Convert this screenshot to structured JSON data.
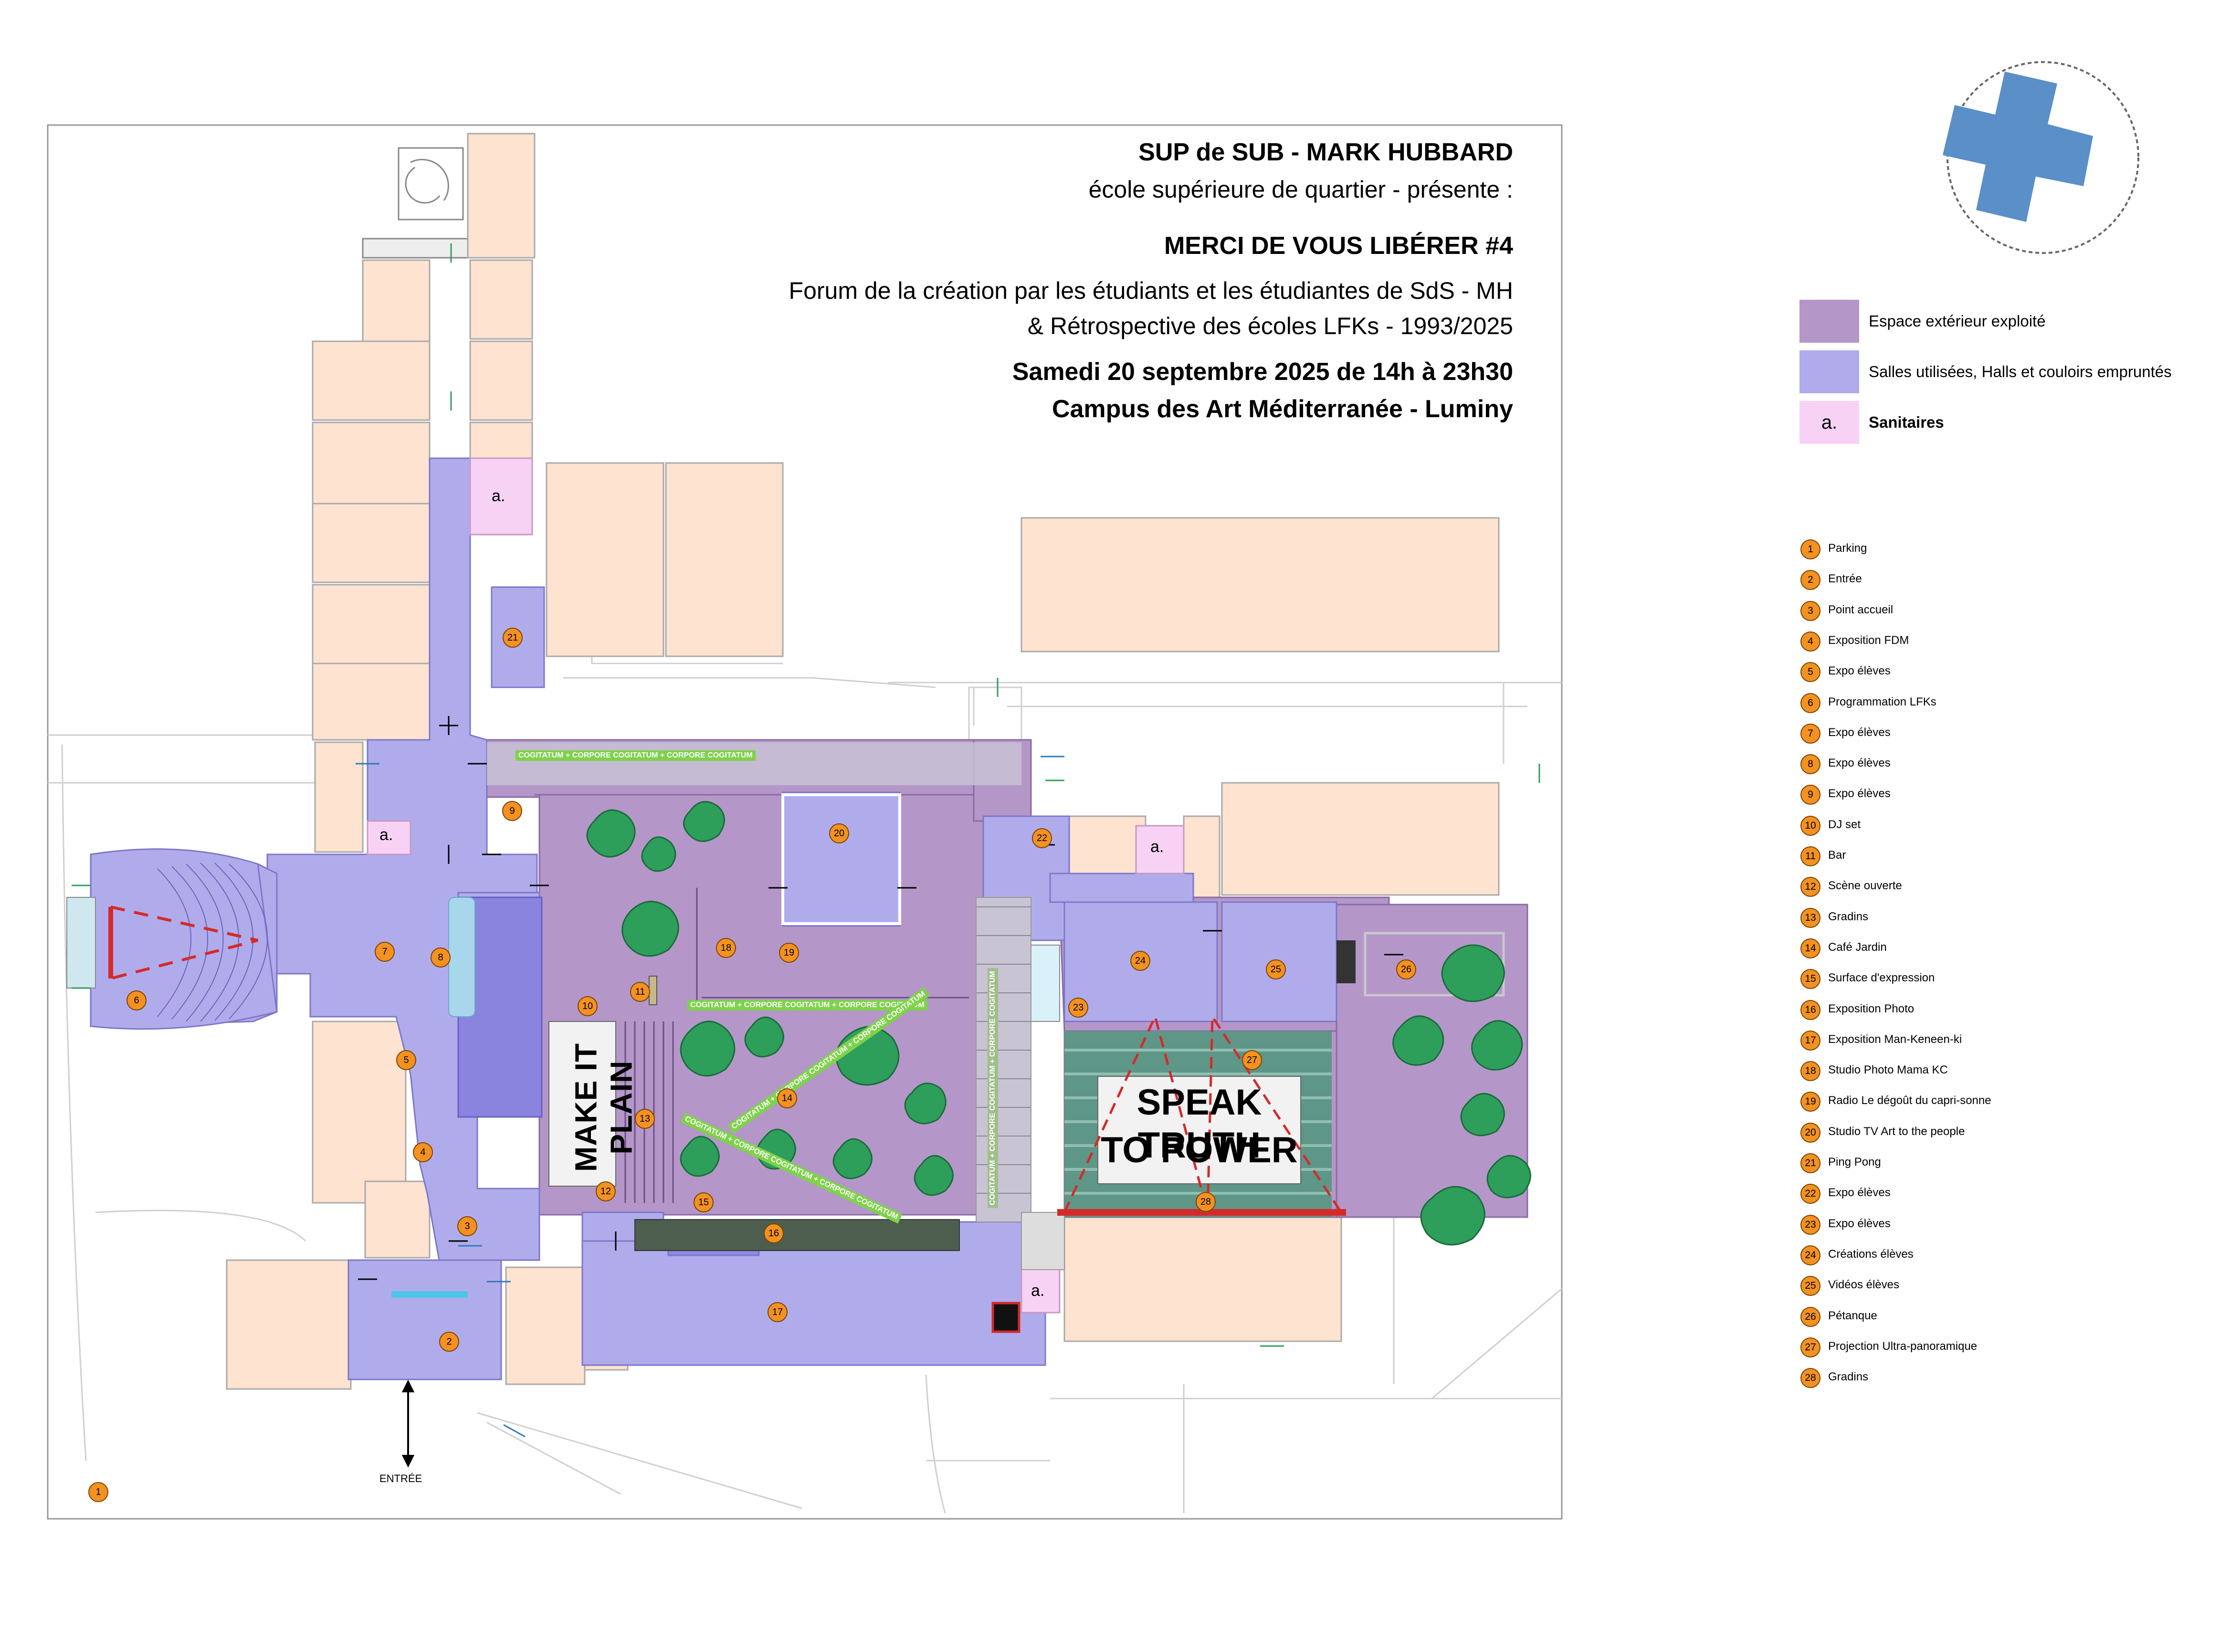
{
  "header": {
    "organizer": "SUP de SUB - MARK HUBBARD",
    "school": "école supérieure de quartier - présente :",
    "event_title": "MERCI DE VOUS LIBÉRER #4",
    "subtitle_line1": "Forum de la création par les étudiants et les étudiantes de SdS - MH",
    "subtitle_line2": "& Rétrospective des écoles LFKs - 1993/2025",
    "datetime": "Samedi 20 septembre 2025  de  14h à 23h30",
    "venue": "Campus des Art Méditerranée - Luminy"
  },
  "legend": {
    "zone_keys": [
      {
        "label": "Espace extérieur exploité",
        "color": "#b497c8"
      },
      {
        "label": "Salles utilisées, Halls et couloirs empruntés",
        "color": "#b0acec"
      },
      {
        "label": "Sanitaires",
        "color": "#f7d2f5",
        "marker": "a."
      }
    ],
    "points": [
      {
        "num": "1",
        "label": "Parking"
      },
      {
        "num": "2",
        "label": "Entrée"
      },
      {
        "num": "3",
        "label": "Point accueil"
      },
      {
        "num": "4",
        "label": "Exposition FDM"
      },
      {
        "num": "5",
        "label": "Expo élèves"
      },
      {
        "num": "6",
        "label": "Programmation LFKs"
      },
      {
        "num": "7",
        "label": "Expo élèves"
      },
      {
        "num": "8",
        "label": "Expo élèves"
      },
      {
        "num": "9",
        "label": "Expo élèves"
      },
      {
        "num": "10",
        "label": "DJ set"
      },
      {
        "num": "11",
        "label": "Bar"
      },
      {
        "num": "12",
        "label": "Scène ouverte"
      },
      {
        "num": "13",
        "label": "Gradins"
      },
      {
        "num": "14",
        "label": "Café Jardin"
      },
      {
        "num": "15",
        "label": "Surface d'expression"
      },
      {
        "num": "16",
        "label": "Exposition Photo"
      },
      {
        "num": "17",
        "label": "Exposition Man-Keneen-ki"
      },
      {
        "num": "18",
        "label": "Studio Photo Mama KC"
      },
      {
        "num": "19",
        "label": "Radio Le dégoût du capri-sonne"
      },
      {
        "num": "20",
        "label": "Studio TV Art to the people"
      },
      {
        "num": "21",
        "label": "Ping Pong"
      },
      {
        "num": "22",
        "label": "Expo élèves"
      },
      {
        "num": "23",
        "label": "Expo élèves"
      },
      {
        "num": "24",
        "label": "Créations élèves"
      },
      {
        "num": "25",
        "label": "Vidéos élèves"
      },
      {
        "num": "26",
        "label": "Pétanque"
      },
      {
        "num": "27",
        "label": "Projection Ultra-panoramique"
      },
      {
        "num": "28",
        "label": "Gradins"
      }
    ]
  },
  "map": {
    "entrance_label": "ENTRÉE",
    "toilet_marker": "a.",
    "banner_make_it_plain": "MAKE IT PLAIN",
    "banner_speak_line1": "SPEAK TRUTH",
    "banner_speak_line2": "TO POWER",
    "cogitatum_text": "COGITATUM + CORPORE  COGITATUM + CORPORE  COGITATUM",
    "markers": [
      "1",
      "2",
      "3",
      "4",
      "5",
      "6",
      "7",
      "8",
      "9",
      "10",
      "11",
      "12",
      "13",
      "14",
      "15",
      "16",
      "17",
      "18",
      "19",
      "20",
      "21",
      "22",
      "23",
      "24",
      "25",
      "26",
      "27",
      "28"
    ]
  },
  "colors": {
    "exterior": "#b497c8",
    "rooms": "#b0acec",
    "toilets": "#f7d2f5",
    "buildings": "#fde3d0",
    "marker": "#f39121",
    "trees": "#2e9e5b",
    "compass": "#5a8fc8",
    "red": "#d42a2a",
    "green_text": "#7ed24a"
  }
}
